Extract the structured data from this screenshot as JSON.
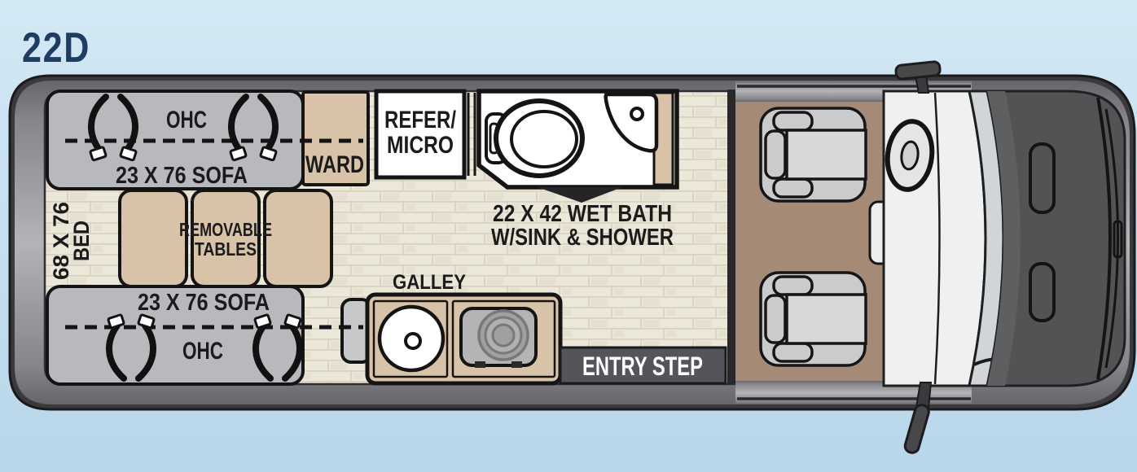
{
  "title": {
    "text": "22D"
  },
  "colors": {
    "background_top": "#d3e9f4",
    "background_bottom": "#b7d6e9",
    "title_navy": "#1e3c64",
    "van_outline": "#3a3a3c",
    "wall_gray": "#9a9a9c",
    "floor_tile": "#ebe7d9",
    "floor_grout": "#d9d2bf",
    "furniture_tan": "#d9c3a8",
    "sofa_gray": "#b7b9bd",
    "cab_floor_brown": "#a58b76",
    "hood_gray": "#525355",
    "entry_step_gray": "#54555a",
    "label_black": "#1b1b1b",
    "white": "#ffffff"
  },
  "floorplan": {
    "rear_lounge": {
      "bed": {
        "line1": "68 X 76",
        "line2": "BED"
      },
      "sofa_top": {
        "overhead_cabinet": "OHC",
        "size": "23 X 76 SOFA"
      },
      "sofa_bottom": {
        "size": "23 X 76 SOFA",
        "overhead_cabinet": "OHC"
      },
      "tables": {
        "line1": "REMOVABLE",
        "line2": "TABLES"
      },
      "wardrobe": {
        "label": "WARD"
      }
    },
    "kitchen": {
      "refer_micro": {
        "line1": "REFER/",
        "line2": "MICRO"
      },
      "galley": {
        "label": "GALLEY"
      }
    },
    "wet_bath": {
      "line1": "22 X 42 WET BATH",
      "line2": "W/SINK & SHOWER"
    },
    "entry": {
      "step_label": "ENTRY STEP"
    }
  }
}
